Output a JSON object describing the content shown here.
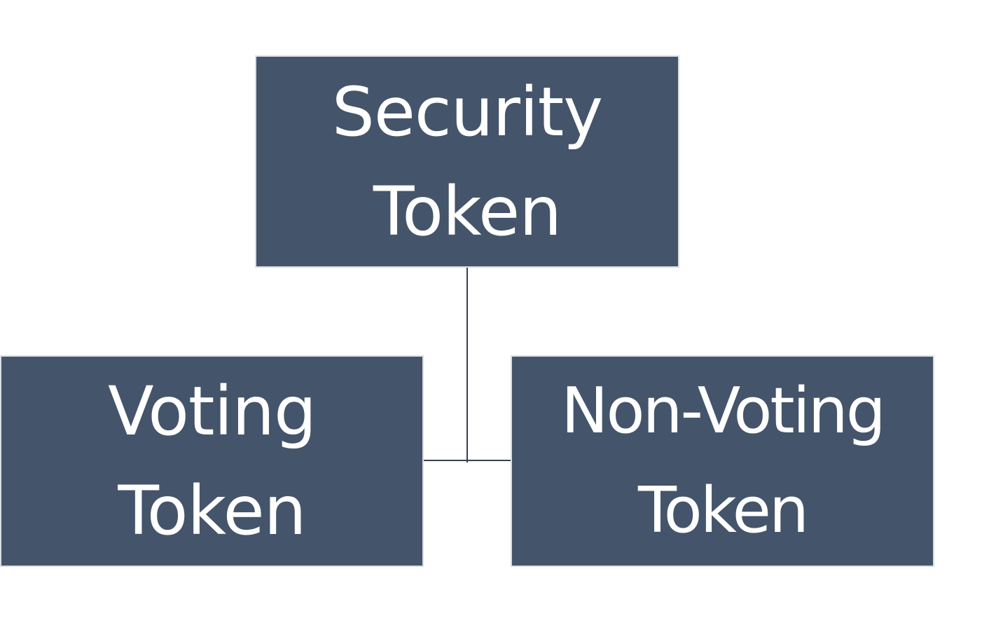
{
  "diagram": {
    "root": {
      "label": "Security\nToken"
    },
    "children": [
      {
        "label": "Voting\nToken"
      },
      {
        "label": "Non-Voting\nToken"
      }
    ]
  },
  "colors": {
    "node_fill": "#44546a",
    "node_border": "#d9dde3",
    "node_text": "#ffffff",
    "connector": "#3a4150"
  }
}
